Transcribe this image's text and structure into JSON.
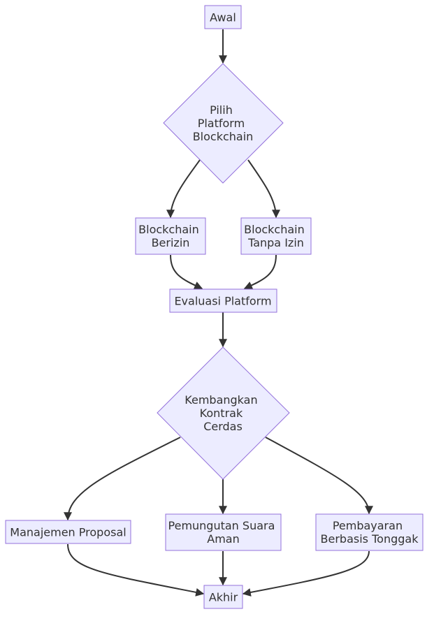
{
  "diagram": {
    "type": "flowchart",
    "colors": {
      "node_fill": "#ECECFF",
      "node_stroke": "#9370DB",
      "edge": "#333333",
      "text": "#333333"
    },
    "nodes": {
      "awal": {
        "shape": "rect",
        "lines": [
          "Awal"
        ]
      },
      "pilih": {
        "shape": "diamond",
        "lines": [
          "Pilih",
          "Platform",
          "Blockchain"
        ]
      },
      "berizin": {
        "shape": "rect",
        "lines": [
          "Blockchain",
          "Berizin"
        ]
      },
      "tanpa_izin": {
        "shape": "rect",
        "lines": [
          "Blockchain",
          "Tanpa Izin"
        ]
      },
      "evaluasi": {
        "shape": "rect",
        "lines": [
          "Evaluasi Platform"
        ]
      },
      "kembangkan": {
        "shape": "diamond",
        "lines": [
          "Kembangkan",
          "Kontrak",
          "Cerdas"
        ]
      },
      "proposal": {
        "shape": "rect",
        "lines": [
          "Manajemen Proposal"
        ]
      },
      "suara": {
        "shape": "rect",
        "lines": [
          "Pemungutan Suara",
          "Aman"
        ]
      },
      "pembayaran": {
        "shape": "rect",
        "lines": [
          "Pembayaran",
          "Berbasis Tonggak"
        ]
      },
      "akhir": {
        "shape": "rect",
        "lines": [
          "Akhir"
        ]
      }
    },
    "edges": [
      {
        "from": "awal",
        "to": "pilih"
      },
      {
        "from": "pilih",
        "to": "berizin"
      },
      {
        "from": "pilih",
        "to": "tanpa_izin"
      },
      {
        "from": "berizin",
        "to": "evaluasi"
      },
      {
        "from": "tanpa_izin",
        "to": "evaluasi"
      },
      {
        "from": "evaluasi",
        "to": "kembangkan"
      },
      {
        "from": "kembangkan",
        "to": "proposal"
      },
      {
        "from": "kembangkan",
        "to": "suara"
      },
      {
        "from": "kembangkan",
        "to": "pembayaran"
      },
      {
        "from": "proposal",
        "to": "akhir"
      },
      {
        "from": "suara",
        "to": "akhir"
      },
      {
        "from": "pembayaran",
        "to": "akhir"
      }
    ]
  }
}
